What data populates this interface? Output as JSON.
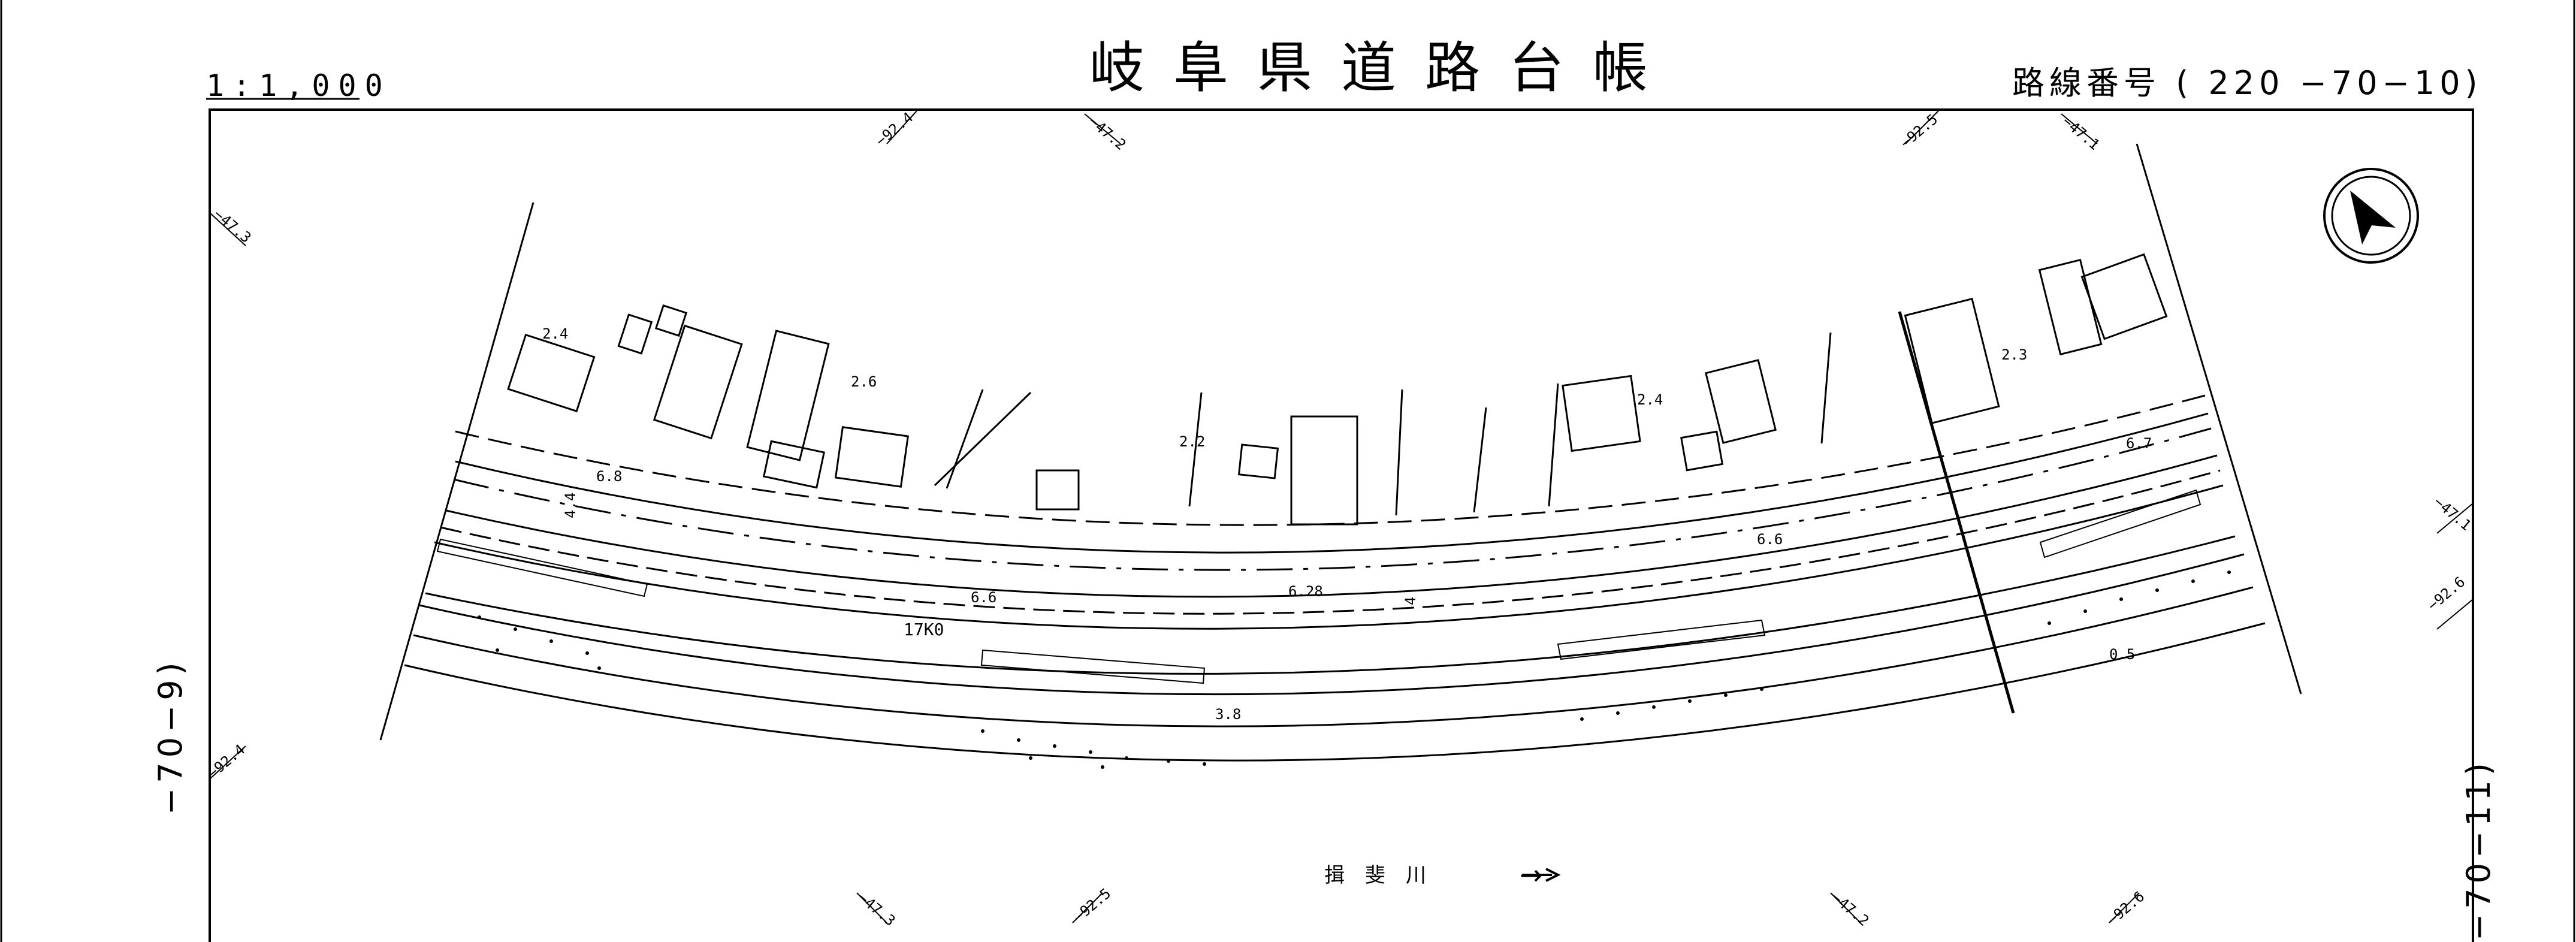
{
  "header": {
    "title": "岐阜県道路台帳",
    "scale": "1:1,000",
    "route_number": "路線番号 ( 220 −70−10)"
  },
  "adjacent_sheets": {
    "previous": "−70−9)",
    "next": "−70−11)"
  },
  "map": {
    "north_arrow_icon": "north-arrow-icon",
    "station_marker": "17K0",
    "river_label": "揖　斐　川",
    "river_flow_arrow": "→",
    "elevations": [
      "2.4",
      "2.6",
      "2.2",
      "2.4",
      "2.3",
      "6.8",
      "6.6",
      "6.28",
      "6.6",
      "6.7",
      "3.8",
      "0.5"
    ],
    "dimension_labels": [
      "4.4",
      "4"
    ],
    "grid_labels": {
      "top": [
        "−92.4",
        "−47.2",
        "−92.5",
        "−47.1"
      ],
      "bottom": [
        "−47.3",
        "−92.5",
        "−47.2",
        "−92.6"
      ],
      "left": [
        "−47.3",
        "−92.4"
      ],
      "right": [
        "−47.1",
        "−92.6"
      ]
    }
  }
}
